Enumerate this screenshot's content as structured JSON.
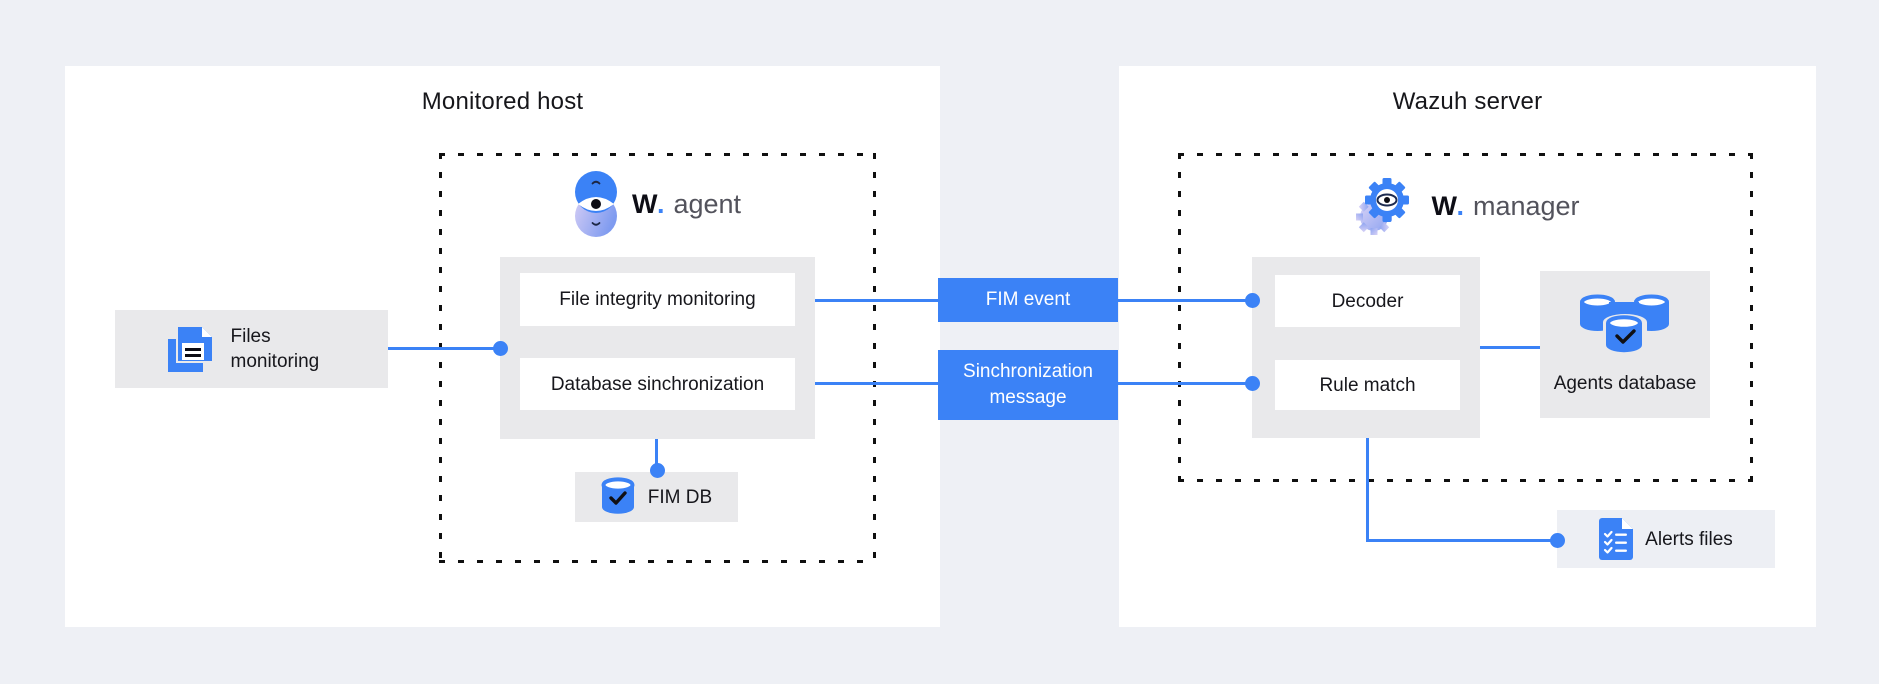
{
  "colors": {
    "accent_blue": "#3b82f6",
    "page_background": "#eef0f5",
    "panel_background": "#ffffff",
    "module_gray": "#e9e9eb"
  },
  "left_panel": {
    "title": "Monitored host",
    "logo": {
      "brand": "W",
      "brand_dot": ".",
      "product": "agent"
    },
    "module_1": "File integrity monitoring",
    "module_2": "Database sinchronization",
    "files_monitoring_label": "Files monitoring",
    "fim_db_label": "FIM DB"
  },
  "right_panel": {
    "title": "Wazuh server",
    "logo": {
      "brand": "W",
      "brand_dot": ".",
      "product": "manager"
    },
    "module_1": "Decoder",
    "module_2": "Rule match",
    "agents_database_label": "Agents database",
    "alerts_files_label": "Alerts files"
  },
  "connectors": {
    "fim_event_label": "FIM event",
    "sync_message_label": "Sinchronization message"
  }
}
